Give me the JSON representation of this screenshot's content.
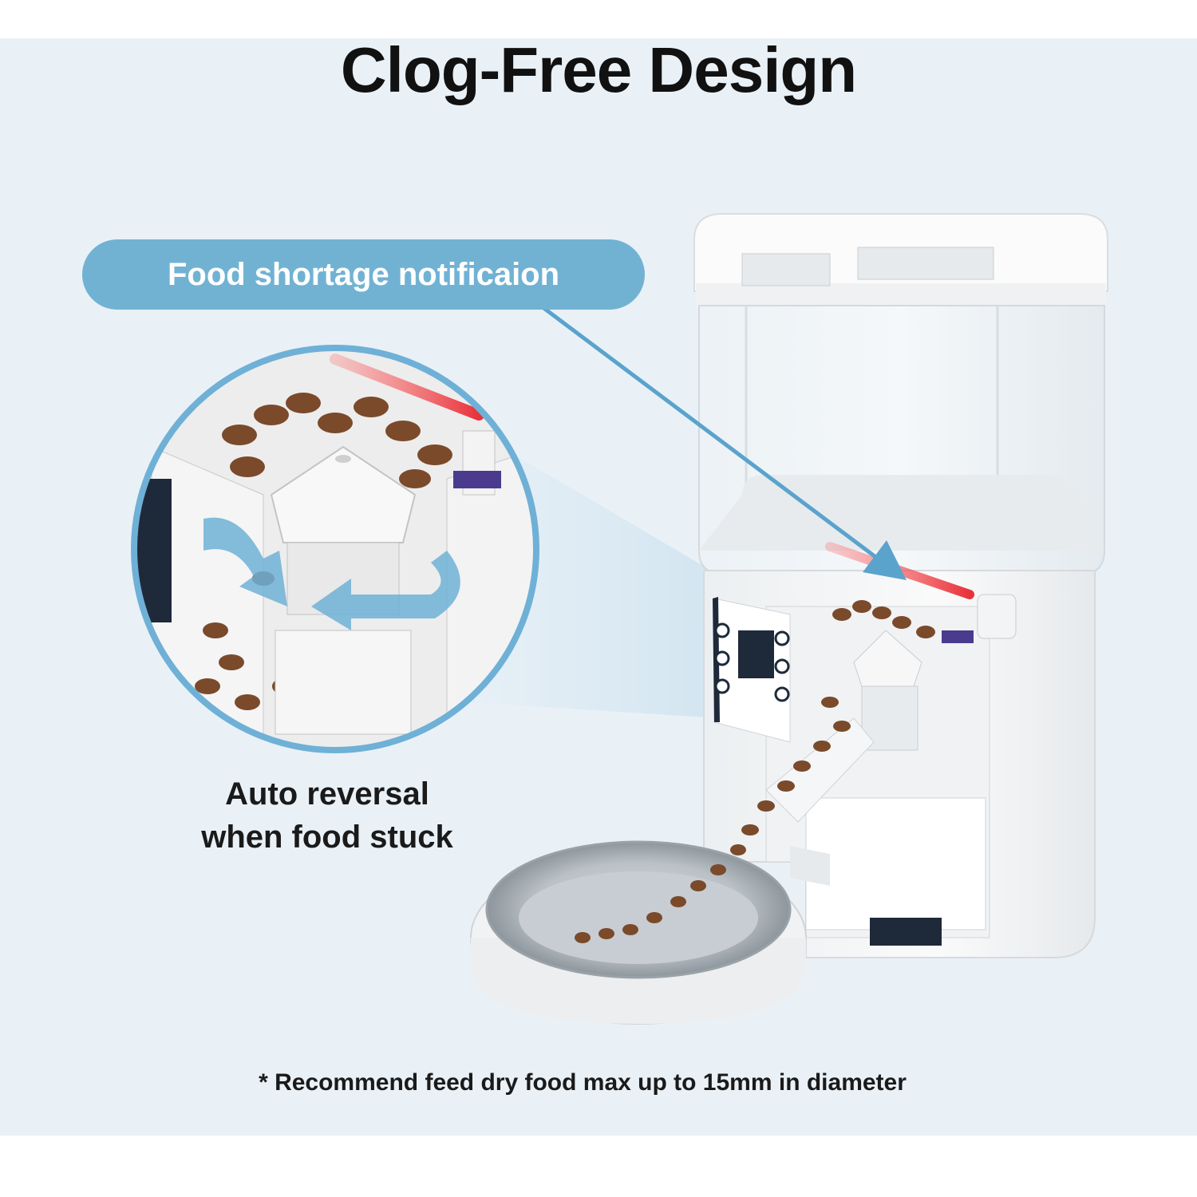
{
  "title": "Clog-Free Design",
  "callout": {
    "label": "Food shortage notificaion"
  },
  "caption": {
    "line1": "Auto reversal",
    "line2": "when food stuck"
  },
  "footnote": "* Recommend feed dry food max up to 15mm in diameter",
  "colors": {
    "accent_blue": "#71b2d3",
    "sensor_red": "#e8323a",
    "kibble_brown": "#7a4a2b",
    "device_white": "#f7f7f7",
    "display_dark": "#1e2a3a"
  },
  "icons": [
    "reverse-rotation-arrows-icon",
    "callout-pointer-arrow-icon"
  ]
}
